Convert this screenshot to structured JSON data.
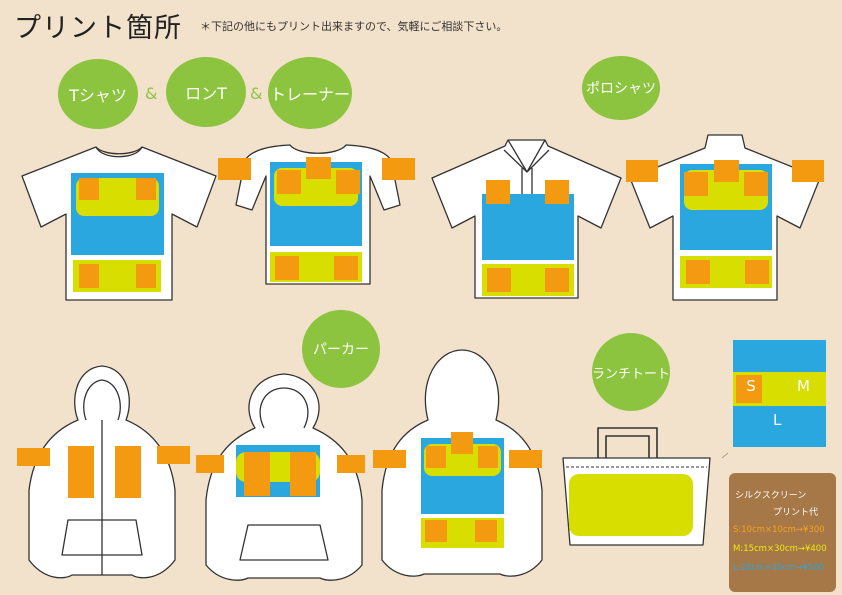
{
  "page": {
    "title": "プリント箇所",
    "note": "＊下記の他にもプリント出来ますので、気軽にご相談下さい。"
  },
  "categories": {
    "tshirt": "Tシャツ",
    "amp1": "&",
    "longt": "ロンT",
    "amp2": "&",
    "trainer": "トレーナー",
    "polo": "ポロシャツ",
    "parka": "パーカー",
    "lunch_tote": "ランチトート"
  },
  "legend": {
    "s": "S",
    "m": "M",
    "l": "L"
  },
  "price": {
    "title": "シルクスクリーン",
    "subtitle": "プリント代",
    "s": "S:10cm×10cm→¥300",
    "m": "M:15cm×30cm→¥400",
    "l": "L:28cm×35cm→¥500"
  },
  "colors": {
    "background": "#f3e2cb",
    "bubble": "#8cc43f",
    "small_area": "#f39a10",
    "medium_area": "#d8de00",
    "large_area": "#2aa7df",
    "price_box": "#a67747",
    "price_s": "#f7a320",
    "price_m": "#e9ec10",
    "price_l": "#2aa7df"
  }
}
